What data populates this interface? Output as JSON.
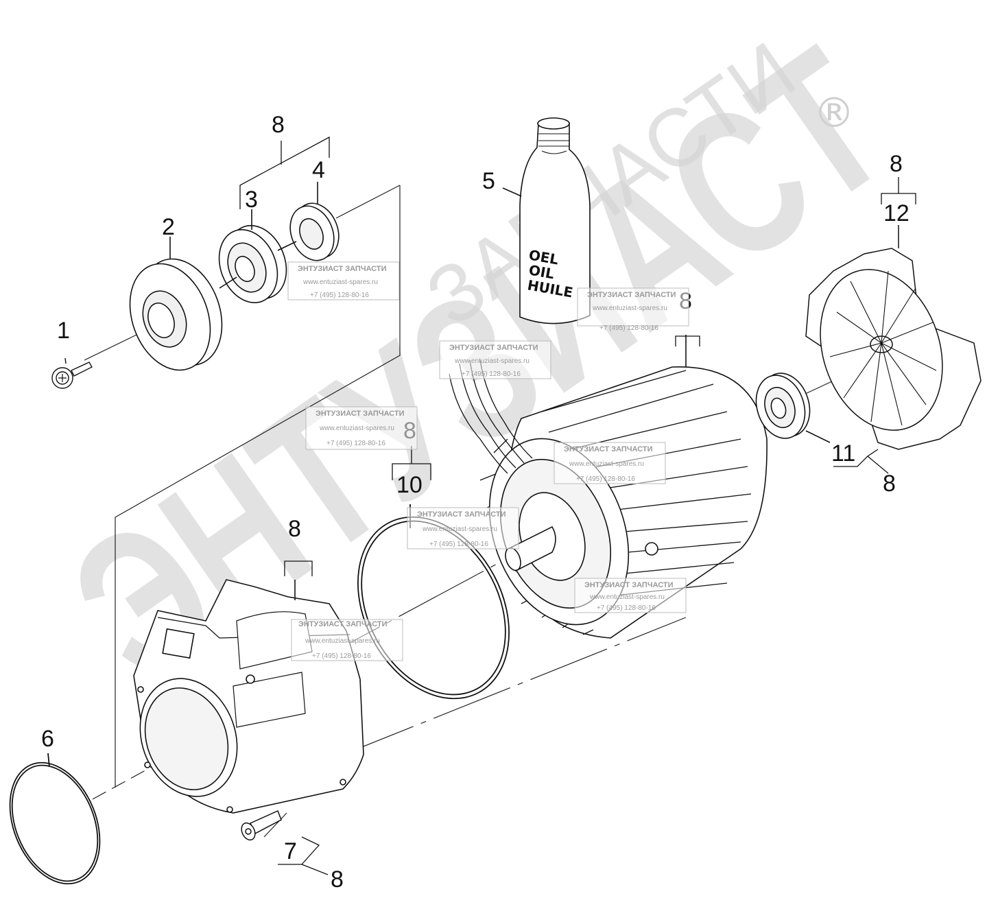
{
  "diagram": {
    "callouts": {
      "part1": "1",
      "part2": "2",
      "part3": "3",
      "part4": "4",
      "part5": "5",
      "part6": "6",
      "part7": "7",
      "part8": "8",
      "part10": "10",
      "part11": "11",
      "part12": "12"
    },
    "oil_bottle_label": [
      "OEL",
      "OIL",
      "HUILE"
    ],
    "watermark": {
      "brand_large": "ЭНТУЗИАСТ",
      "brand_small": "ЗАПЧАСТИ",
      "registered": "®"
    },
    "stamp": {
      "title": "ЭНТУЗИАСТ ЗАПЧАСТИ",
      "website": "www.entuziast-spares.ru",
      "phone": "+7 (495) 128-80-16"
    }
  }
}
